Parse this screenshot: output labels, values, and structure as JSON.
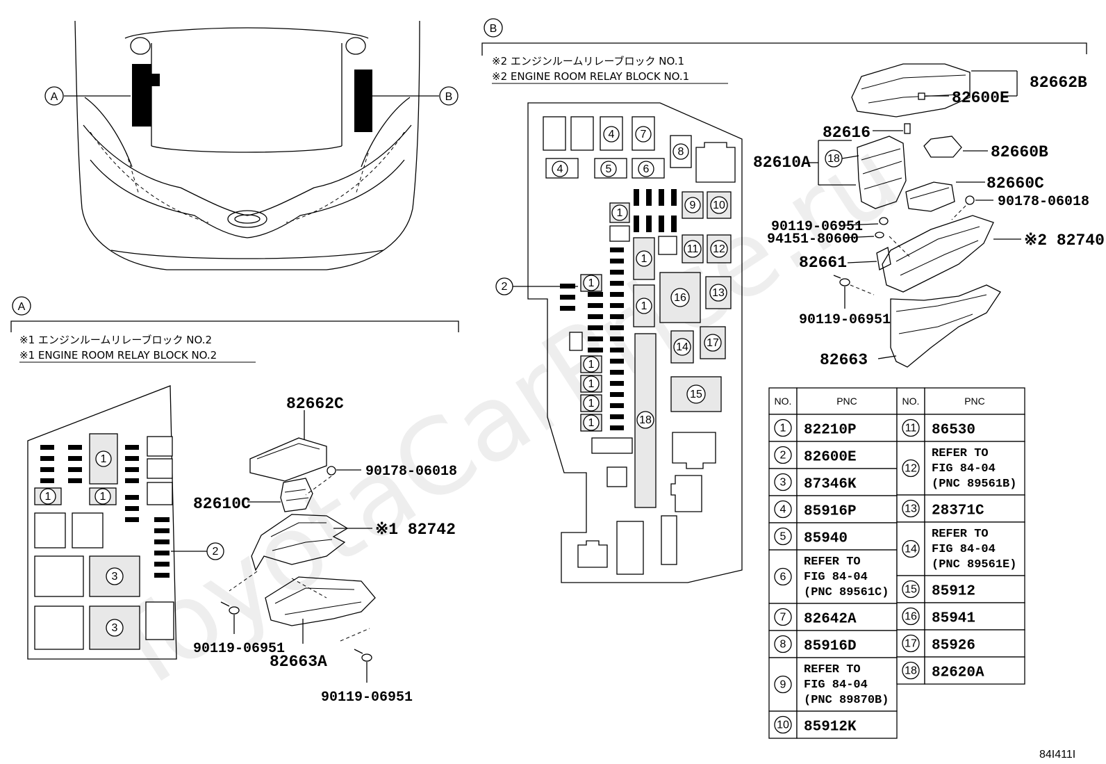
{
  "watermark": "ToyotaCarPrice.ru",
  "figure_code": "84I411I",
  "callouts": {
    "a": "A",
    "b": "B"
  },
  "sectionA": {
    "title": "A",
    "note_jp": "※1 エンジンルームリレーブロック NO.2",
    "note_en": "※1 ENGINE ROOM RELAY BLOCK NO.2",
    "parts": {
      "cover": "82662C",
      "clip": "90178-06018",
      "block": "82610C",
      "case": "※1 82742",
      "bolt1": "90119-06951",
      "lower": "82663A",
      "bolt2": "90119-06951"
    }
  },
  "sectionB": {
    "title": "B",
    "note_jp": "※2 エンジンルームリレーブロック NO.1",
    "note_en": "※2 ENGINE ROOM RELAY BLOCK NO.1",
    "parts": {
      "cover": "82662B",
      "coverclip": "82600E",
      "fuse": "82616",
      "block": "82610A",
      "relay1": "82660B",
      "relay2": "82660C",
      "clip": "90178-06018",
      "bolt_a": "90119-06951",
      "nut": "94151-80600",
      "case": "※2 82740",
      "bracket": "82661",
      "bolt_b": "90119-06951",
      "lower": "82663"
    }
  },
  "table": {
    "header_no": "NO.",
    "header_pnc": "PNC",
    "left": [
      {
        "no": "1",
        "lines": [
          "82210P"
        ]
      },
      {
        "no": "2",
        "lines": [
          "82600E"
        ]
      },
      {
        "no": "3",
        "lines": [
          "87346K"
        ]
      },
      {
        "no": "4",
        "lines": [
          "85916P"
        ]
      },
      {
        "no": "5",
        "lines": [
          "85940"
        ]
      },
      {
        "no": "6",
        "lines": [
          "REFER TO",
          "FIG 84-04",
          "(PNC 89561C)"
        ]
      },
      {
        "no": "7",
        "lines": [
          "82642A"
        ]
      },
      {
        "no": "8",
        "lines": [
          "85916D"
        ]
      },
      {
        "no": "9",
        "lines": [
          "REFER TO",
          "FIG 84-04",
          "(PNC 89870B)"
        ]
      },
      {
        "no": "10",
        "lines": [
          "85912K"
        ]
      }
    ],
    "right": [
      {
        "no": "11",
        "lines": [
          "86530"
        ]
      },
      {
        "no": "12",
        "lines": [
          "REFER TO",
          "FIG 84-04",
          "(PNC 89561B)"
        ]
      },
      {
        "no": "13",
        "lines": [
          "28371C"
        ]
      },
      {
        "no": "14",
        "lines": [
          "REFER TO",
          "FIG 84-04",
          "(PNC 89561E)"
        ]
      },
      {
        "no": "15",
        "lines": [
          "85912"
        ]
      },
      {
        "no": "16",
        "lines": [
          "85941"
        ]
      },
      {
        "no": "17",
        "lines": [
          "85926"
        ]
      },
      {
        "no": "18",
        "lines": [
          "82620A"
        ]
      }
    ]
  }
}
